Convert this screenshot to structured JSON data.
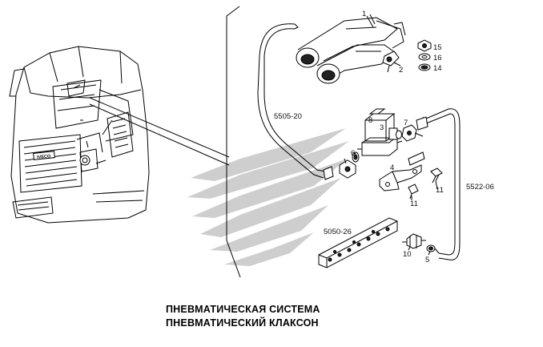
{
  "caption": {
    "line1": "ПНЕВМАТИЧЕСКАЯ СИСТЕМА",
    "line2": "ПНЕВМАТИЧЕСКИЙ КЛАКСОН"
  },
  "cab_badge": "IVECO",
  "labels": {
    "p1": "1",
    "p2": "2",
    "p3": "3",
    "p4": "4",
    "p5": "5",
    "p6": "6",
    "p7": "7",
    "p8": "8",
    "p10": "10",
    "p11a": "11",
    "p11b": "11",
    "p14": "14",
    "p15": "15",
    "p16": "16",
    "tube_5505": "5505-20",
    "tube_5522": "5522-06",
    "manifold_5050": "5050-26"
  },
  "icons": {
    "watermark": "chevron-watermark-icon",
    "cab": "truck-cab-icon",
    "horn": "air-horn-icon",
    "valve": "solenoid-valve-icon",
    "manifold": "distribution-manifold-icon",
    "bracket": "mounting-bracket-icon"
  }
}
